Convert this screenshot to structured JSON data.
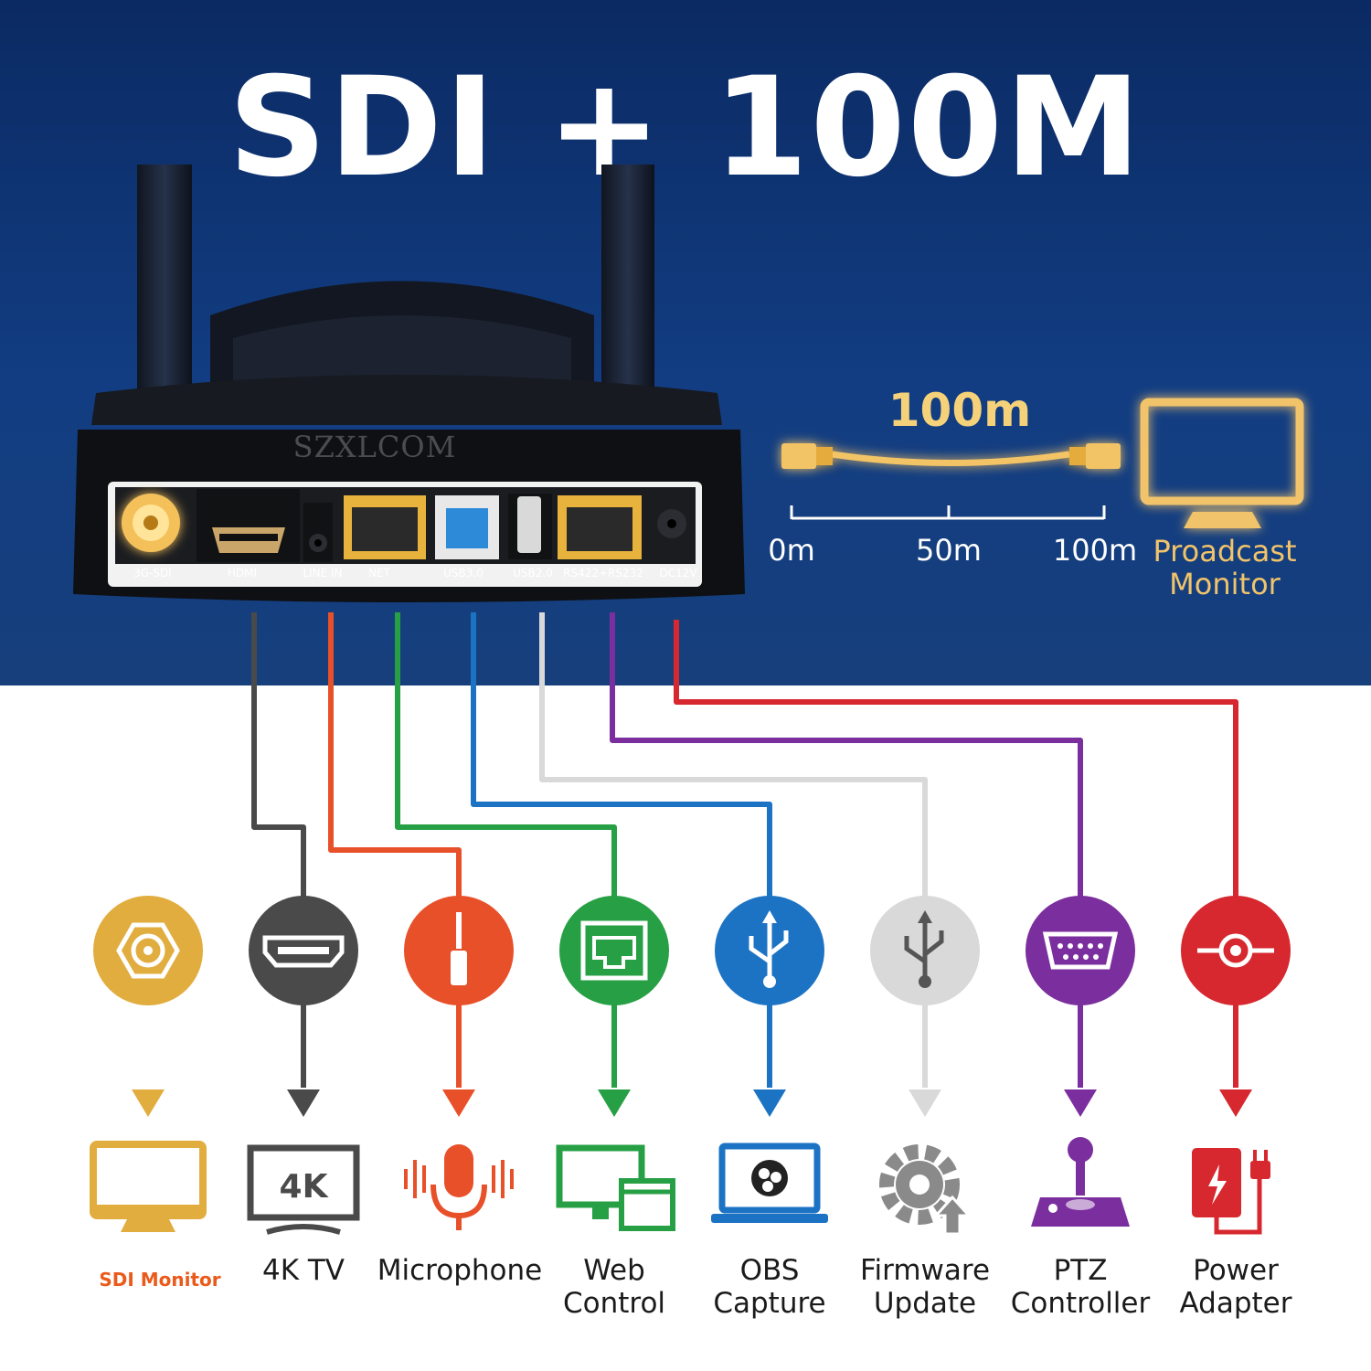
{
  "title": "SDI + 100M",
  "watermark": "SZXLCOM",
  "ports": [
    {
      "label": "3G-SDI",
      "color": "#f3b43a"
    },
    {
      "label": "HDMI",
      "color": "#4a4a4a"
    },
    {
      "label": "LINE IN",
      "color": "#e8502a"
    },
    {
      "label": "NET",
      "color": "#27a045"
    },
    {
      "label": "USB3.0",
      "color": "#1c73c4"
    },
    {
      "label": "USB2.0",
      "color": "#d4d4d4"
    },
    {
      "label": "RS422+RS232",
      "color": "#7b2f9e"
    },
    {
      "label": "DC12V",
      "color": "#d6282e"
    }
  ],
  "distance": {
    "title": "100m",
    "ticks": [
      "0m",
      "50m",
      "100m"
    ],
    "monitor_label_line1": "Proadcast",
    "monitor_label_line2": "Monitor"
  },
  "connections": [
    {
      "icon": "bnc-connector-icon",
      "device_icon": "monitor-icon",
      "label_lines": [
        "SDI Monitor"
      ],
      "color": "#e2ad3f"
    },
    {
      "icon": "hdmi-icon",
      "device_icon": "4k-tv-icon",
      "device_text": "4K",
      "label_lines": [
        "4K TV"
      ],
      "color": "#4a4a4a"
    },
    {
      "icon": "audio-jack-icon",
      "device_icon": "microphone-icon",
      "label_lines": [
        "Microphone"
      ],
      "color": "#e8502a"
    },
    {
      "icon": "ethernet-port-icon",
      "device_icon": "web-devices-icon",
      "label_lines": [
        "Web",
        "Control"
      ],
      "color": "#27a045"
    },
    {
      "icon": "usb-icon",
      "device_icon": "obs-laptop-icon",
      "label_lines": [
        "OBS",
        "Capture"
      ],
      "color": "#1c73c4"
    },
    {
      "icon": "usb-icon",
      "device_icon": "gear-update-icon",
      "label_lines": [
        "Firmware",
        "Update"
      ],
      "color": "#d9d9d9"
    },
    {
      "icon": "serial-port-icon",
      "device_icon": "joystick-icon",
      "label_lines": [
        "PTZ",
        "Controller"
      ],
      "color": "#7b2f9e"
    },
    {
      "icon": "dc-power-icon",
      "device_icon": "power-adapter-icon",
      "label_lines": [
        "Power",
        "Adapter"
      ],
      "color": "#d6282e"
    }
  ]
}
